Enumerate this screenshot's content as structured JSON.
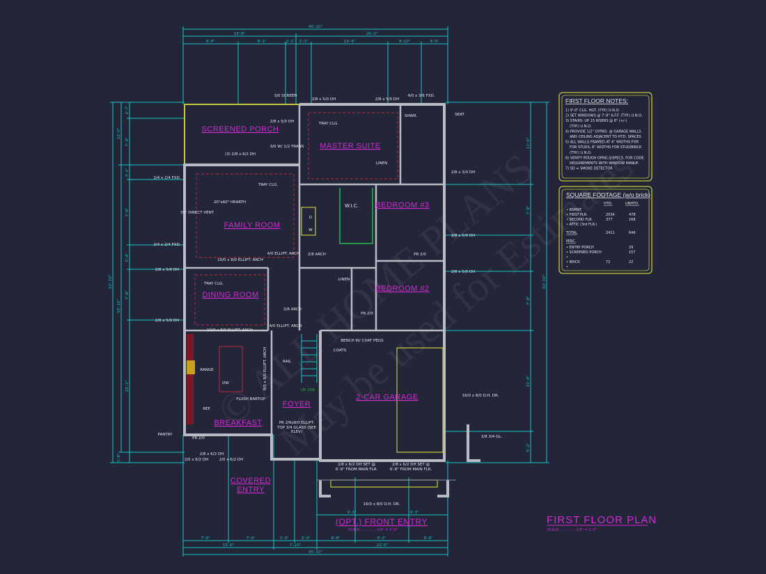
{
  "plan": {
    "title": "FIRST FLOOR PLAN",
    "scale": "SCALE: ............. 1/4\" = 1'-0\"",
    "opt_title": "(OPT.) FRONT ENTRY",
    "opt_scale": "SCALE: ............. 1/4\" = 1'-0\"",
    "watermark": [
      "© ALL HOME PLANS",
      "May be used for Estimates"
    ]
  },
  "rooms": {
    "screened_porch": "SCREENED PORCH",
    "master_suite": "MASTER SUITE",
    "bedroom3": "BEDROOM #3",
    "family_room": "FAMILY ROOM",
    "wic": "W.I.C.",
    "bedroom2": "BEDROOM #2",
    "dining_room": "DINING ROOM",
    "breakfast": "BREAKFAST",
    "foyer": "FOYER",
    "garage": "2-CAR GARAGE",
    "covered_entry_1": "COVERED",
    "covered_entry_2": "ENTRY"
  },
  "dimensions": {
    "top": [
      "45'-10\"",
      "19'-8\"",
      "26'-2\"",
      "9'-4\"",
      "8'-1\"",
      "2'-1\"",
      "2'-1\"",
      "13'-4\"",
      "9'-10\"",
      "4'-5\""
    ],
    "bottom": [
      "7'-9\"",
      "7'-9\"",
      "3'-3\"",
      "3'-3\"",
      "6'-8\"",
      "9'-2\"",
      "6'-8\"",
      "15'-6\"",
      "7'-10\"",
      "22'-6\"",
      "45'-10\""
    ],
    "left": [
      "62'-10\"",
      "12'-0\"",
      "50'-10\"",
      "2'-7\"",
      "7'-9\"",
      "3'-1\"",
      "7'-8\"",
      "5'-4\"",
      "7'-8\"",
      "22'-1\"",
      "1'-8\""
    ],
    "right": [
      "62'-10\"",
      "11'-6\"",
      "7'-8\"",
      "7'-8\"",
      "31'-4\"",
      "5'-2\""
    ],
    "opt": [
      "9'-3\"",
      "9'-3\""
    ]
  },
  "labels": {
    "w1": "2/4 x 2/4 FXD.",
    "w2": "2/4 x 2/4 FXD.",
    "w3": "2/8 x 5/0 DH",
    "w4": "2/8 x 5/0 DH",
    "w5": "2/8 x 5/0 DH",
    "w6": "2/8 x 5/0 DH",
    "w7": "4/0 x 3/6 FXD.",
    "w8": "2/8 x 3/0 DH",
    "w9": "2/8 x 5/0 DH",
    "w10": "2/8 x 5/0 DH",
    "w11": "2/8 x 6/2 DH",
    "w12": "2/0 x 6/2 DH",
    "w13": "2/0 x 6/2 DH",
    "w14": "2/8 x 6/2 DH SET @ 6'-8\" FROM MAIN FLR.",
    "w15": "2/8 x 6/2 DH SET @ 6'-8\" FROM MAIN FLR.",
    "screen": "3/0 SCREEN",
    "porch_win": "(3) 2/8 x 6/2 DH",
    "porch_dh": "2/8 x 5/0 DH",
    "trans": "3/0 W/ 1/2 TRANS",
    "tray1": "TRAY CLG.",
    "tray2": "TRAY CLG.",
    "tray3": "TRAY CLG.",
    "linen1": "LINEN",
    "linen2": "LINEN",
    "shwr": "SHWR.",
    "seat": "SEAT",
    "hearth": "20\"x60\" HEARTH",
    "vent": "36\" DIRECT VENT",
    "arch1": "10/0 x 8/0 ELLIPT. ARCH",
    "arch2": "4/0 ELLIPT. ARCH",
    "arch3": "2/8 ARCH",
    "arch4": "10/0 x 8/0 ELLIPT. ARCH",
    "arch5": "4/0 ELLIPT. ARCH",
    "arch6": "8/0 x 8/0 ELLIPT. ARCH",
    "arch7": "2/8 ARCH",
    "range": "RANGE",
    "ref": "REF.",
    "dw": "DW",
    "bartop": "FLUSH BARTOP",
    "pantry": "PANTRY",
    "pr": "PR 2/0",
    "rail": "RAIL",
    "coats": "COATS",
    "bench": "BENCH W/ COAT PEGS",
    "up": "UP 15R",
    "entry_door": "PR 2/6x8/0 ELLIPT. TOP 3/4 GLASS (SEE ELEV)",
    "garage_door": "16/0 x 8/0 O.H. DR.",
    "opt_door": "16/0 x 8/0 O.H. DR.",
    "side_door": "2/8 3/4 GL.",
    "pr_bed": "PR 2/0",
    "pr_bed2": "PR 2/0",
    "d": "D",
    "w": "W"
  },
  "notes": {
    "heading": "FIRST FLOOR NOTES:",
    "items": [
      "1) 9'-0\" CLG. HGT. (TYP.) U.N.O.",
      "2) SET WINDOWS @ 7'-8\" A.F.F. (TYP.) U.N.O.",
      "3) STAIRS: UP 15 RISERS @ 8\" (+/-)",
      "(TYP.) U.N.O.",
      "4) PROVIDE 1/2\" GYPBD. @ GARAGE WALLS",
      "AND CEILING ADJACENT TO HTD. SPACES",
      "5) ALL WALLS FRAMED AT 4\" WIDTHS FOR",
      "FOR STUDS, 6\" WIDTHS FOR STUD/BRICK",
      "(TYP.) U.N.O.",
      "6) VERIFY ROUGH OPNG.S/SPECS. FOR CODE",
      "REQUIREMENTS WITH WINDOW MANUF.",
      "7) SD = SMOKE DETECTOR"
    ]
  },
  "square_footage": {
    "heading": "SQUARE FOOTAGE (w/o brick)",
    "col_htd": "HTD.",
    "col_unhtd": "UNHTD.",
    "rows": [
      {
        "label": "• BSMNT.",
        "htd": "",
        "unhtd": ""
      },
      {
        "label": "• FIRST FLR.",
        "htd": "2034",
        "unhtd": "478"
      },
      {
        "label": "• SECOND FLR.",
        "htd": "377",
        "unhtd": "168"
      },
      {
        "label": "• ATTIC (3rd FLR.)",
        "htd": "",
        "unhtd": ""
      }
    ],
    "total": {
      "label": "TOTAL",
      "htd": "2411",
      "unhtd": "646"
    },
    "misc_heading": "MISC.",
    "misc": [
      {
        "label": "• ENTRY PORCH",
        "htd": "",
        "unhtd": "29"
      },
      {
        "label": "• SCREENED PORCH",
        "htd": "",
        "unhtd": "157"
      },
      {
        "label": "•",
        "htd": "",
        "unhtd": ""
      },
      {
        "label": "• BRICK",
        "htd": "72",
        "unhtd": "22"
      },
      {
        "label": "•",
        "htd": "",
        "unhtd": ""
      }
    ]
  },
  "colors": {
    "background": "#222638",
    "dimension": "#19c6c9",
    "room_label": "#d52ad5",
    "window": "#c8c83a",
    "wall": "#b9bcc4"
  }
}
